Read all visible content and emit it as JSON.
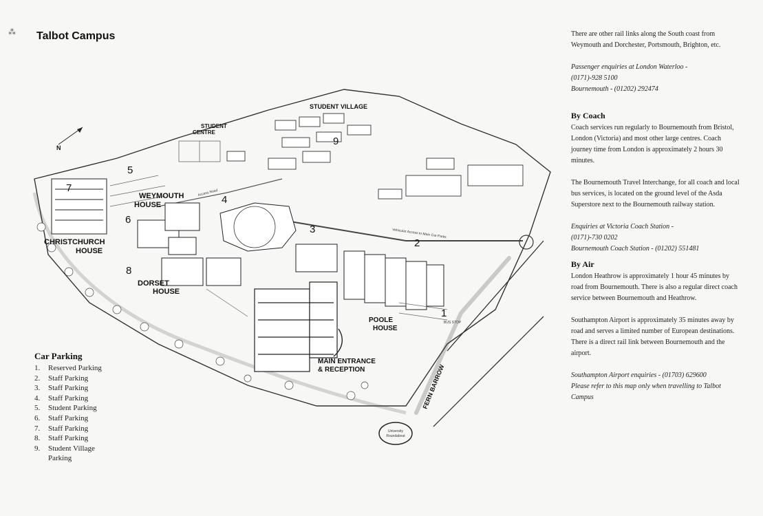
{
  "title": "Talbot Campus",
  "corner_mark": "⁂",
  "map_labels": {
    "student_village": "STUDENT VILLAGE",
    "student_centre_1": "STUDENT",
    "student_centre_2": "CENTRE",
    "weymouth_1": "WEYMOUTH",
    "weymouth_2": "HOUSE",
    "christchurch_1": "CHRISTCHURCH",
    "christchurch_2": "HOUSE",
    "dorset_1": "DORSET",
    "dorset_2": "HOUSE",
    "poole_1": "POOLE",
    "poole_2": "HOUSE",
    "main_1": "MAIN ENTRANCE",
    "main_2": "& RECEPTION",
    "fern_barrow": "FERN BARROW",
    "university_roundabout_1": "University",
    "university_roundabout_2": "Roundabout",
    "access_road": "Access Road",
    "vehicular_access": "Vehicular Access to Main Car Parks",
    "bus_stop": "BUS STOP",
    "north_arrow": "N",
    "car_park_numbers": [
      "1",
      "2",
      "3",
      "4",
      "5",
      "6",
      "7",
      "8",
      "9"
    ]
  },
  "legend": {
    "title": "Car Parking",
    "items": [
      {
        "num": "1.",
        "label": "Reserved Parking"
      },
      {
        "num": "2.",
        "label": "Staff Parking"
      },
      {
        "num": "3.",
        "label": "Staff Parking"
      },
      {
        "num": "4.",
        "label": "Staff Parking"
      },
      {
        "num": "5.",
        "label": "Student Parking"
      },
      {
        "num": "6.",
        "label": "Staff Parking"
      },
      {
        "num": "7.",
        "label": "Staff Parking"
      },
      {
        "num": "8.",
        "label": "Staff Parking"
      },
      {
        "num": "9.",
        "label": "Student Village Parking"
      }
    ]
  },
  "info": {
    "rail_text": "There are other rail links along the South coast from Weymouth and Dorchester, Portsmouth, Brighton, etc.",
    "rail_enquiry_1": "Passenger enquiries at London Waterloo -",
    "rail_enquiry_2": "(0171)-928 5100",
    "rail_enquiry_3": "Bournemouth - (01202) 292474",
    "coach_heading": "By Coach",
    "coach_text_1": "Coach services run regularly to Bournemouth from Bristol, London (Victoria) and most other large centres. Coach journey time from London is approximately 2 hours 30 minutes.",
    "coach_text_2": "The Bournemouth Travel Interchange, for all coach and local bus services, is located on the ground level of the Asda Superstore next to the Bournemouth railway station.",
    "coach_enquiry_1": "Enquiries at Victoria Coach Station -",
    "coach_enquiry_2": "(0171)-730 0202",
    "coach_enquiry_3": "Bournemouth Coach Station - (01202) 551481",
    "air_heading": "By Air",
    "air_text_1": "London Heathrow is approximately 1 hour 45 minutes by road from Bournemouth. There is also a regular direct coach service between Bournemouth and Heathrow.",
    "air_text_2": "Southampton Airport is approximately 35 minutes away by road and serves a limited number of European destinations. There is a direct rail link between Bournemouth and the airport.",
    "air_enquiry": "Southampton Airport enquiries - (01703) 629600",
    "closing_note": "Please refer to this map only when travelling to Talbot Campus"
  }
}
